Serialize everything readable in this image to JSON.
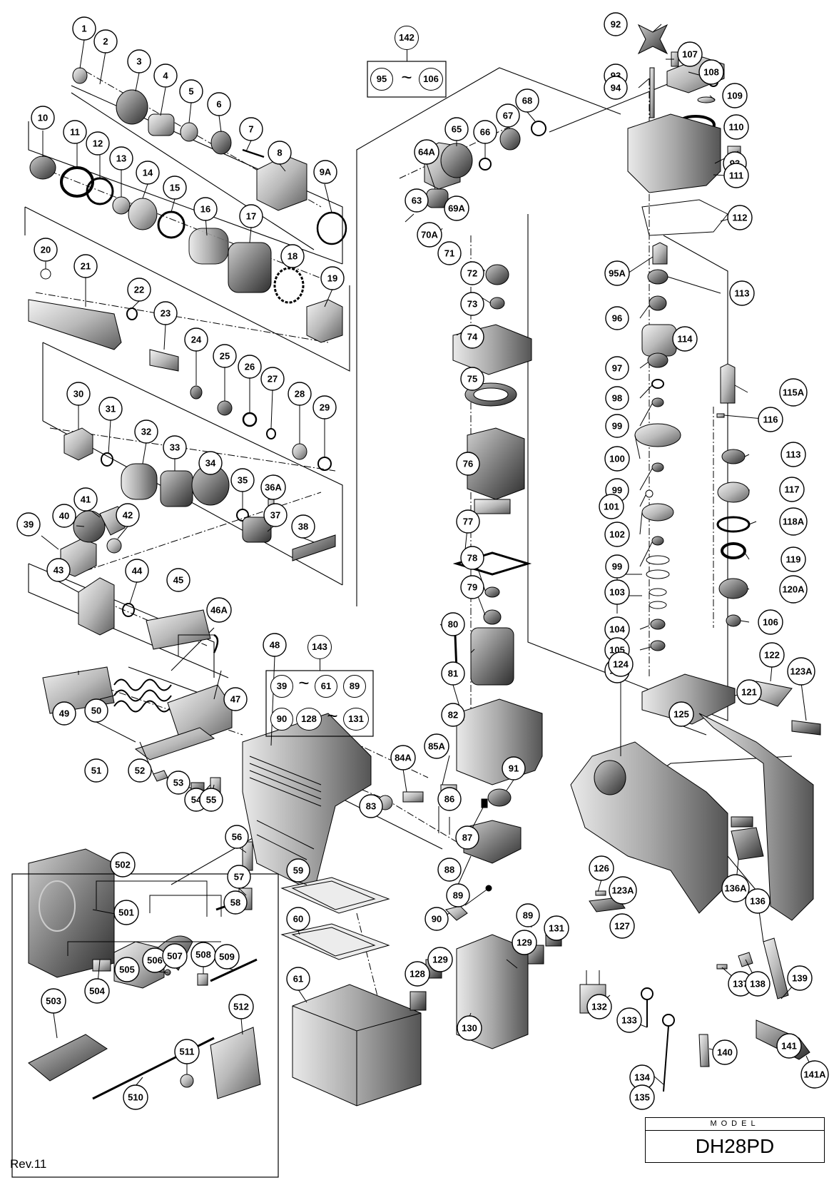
{
  "sheet": {
    "revision": "Rev.11",
    "model_caption": "MODEL",
    "model_name": "DH28PD"
  },
  "groups": {
    "g142": {
      "label": "142",
      "range_start": "95",
      "range_end": "106",
      "tilde": "~"
    },
    "g143": {
      "label": "143",
      "row1_start": "39",
      "row1_end": "61",
      "row1_extra": "89",
      "row2_extra": "90",
      "row2_start": "128",
      "row2_end": "131",
      "tilde": "~"
    }
  },
  "parts": [
    {
      "label": "1"
    },
    {
      "label": "2"
    },
    {
      "label": "3"
    },
    {
      "label": "4"
    },
    {
      "label": "5"
    },
    {
      "label": "6"
    },
    {
      "label": "7"
    },
    {
      "label": "8"
    },
    {
      "label": "9A"
    },
    {
      "label": "10"
    },
    {
      "label": "11"
    },
    {
      "label": "12"
    },
    {
      "label": "13"
    },
    {
      "label": "14"
    },
    {
      "label": "15"
    },
    {
      "label": "16"
    },
    {
      "label": "17"
    },
    {
      "label": "18"
    },
    {
      "label": "19"
    },
    {
      "label": "20"
    },
    {
      "label": "21"
    },
    {
      "label": "22"
    },
    {
      "label": "23"
    },
    {
      "label": "24"
    },
    {
      "label": "25"
    },
    {
      "label": "26"
    },
    {
      "label": "27"
    },
    {
      "label": "28"
    },
    {
      "label": "29"
    },
    {
      "label": "30"
    },
    {
      "label": "31"
    },
    {
      "label": "32"
    },
    {
      "label": "33"
    },
    {
      "label": "34"
    },
    {
      "label": "35"
    },
    {
      "label": "36A"
    },
    {
      "label": "37"
    },
    {
      "label": "38"
    },
    {
      "label": "39"
    },
    {
      "label": "40"
    },
    {
      "label": "41"
    },
    {
      "label": "42"
    },
    {
      "label": "43"
    },
    {
      "label": "44"
    },
    {
      "label": "45"
    },
    {
      "label": "46A"
    },
    {
      "label": "47"
    },
    {
      "label": "48"
    },
    {
      "label": "49"
    },
    {
      "label": "50"
    },
    {
      "label": "51"
    },
    {
      "label": "52"
    },
    {
      "label": "53"
    },
    {
      "label": "54"
    },
    {
      "label": "55"
    },
    {
      "label": "56"
    },
    {
      "label": "57"
    },
    {
      "label": "58"
    },
    {
      "label": "59"
    },
    {
      "label": "60"
    },
    {
      "label": "61"
    },
    {
      "label": "63"
    },
    {
      "label": "64A"
    },
    {
      "label": "65"
    },
    {
      "label": "66"
    },
    {
      "label": "67"
    },
    {
      "label": "68"
    },
    {
      "label": "69A"
    },
    {
      "label": "70A"
    },
    {
      "label": "71"
    },
    {
      "label": "72"
    },
    {
      "label": "73"
    },
    {
      "label": "74"
    },
    {
      "label": "75"
    },
    {
      "label": "76"
    },
    {
      "label": "77"
    },
    {
      "label": "78"
    },
    {
      "label": "79"
    },
    {
      "label": "80"
    },
    {
      "label": "81"
    },
    {
      "label": "82"
    },
    {
      "label": "83"
    },
    {
      "label": "84A"
    },
    {
      "label": "85A"
    },
    {
      "label": "86"
    },
    {
      "label": "87"
    },
    {
      "label": "88"
    },
    {
      "label": "89"
    },
    {
      "label": "90"
    },
    {
      "label": "91"
    },
    {
      "label": "92"
    },
    {
      "label": "93"
    },
    {
      "label": "94"
    },
    {
      "label": "107"
    },
    {
      "label": "108"
    },
    {
      "label": "109"
    },
    {
      "label": "110"
    },
    {
      "label": "93"
    },
    {
      "label": "111"
    },
    {
      "label": "112"
    },
    {
      "label": "95A"
    },
    {
      "label": "113"
    },
    {
      "label": "96"
    },
    {
      "label": "114"
    },
    {
      "label": "97"
    },
    {
      "label": "98"
    },
    {
      "label": "99"
    },
    {
      "label": "100"
    },
    {
      "label": "99"
    },
    {
      "label": "101"
    },
    {
      "label": "102"
    },
    {
      "label": "99"
    },
    {
      "label": "103"
    },
    {
      "label": "104"
    },
    {
      "label": "105"
    },
    {
      "label": "106"
    },
    {
      "label": "115A"
    },
    {
      "label": "116"
    },
    {
      "label": "113"
    },
    {
      "label": "117"
    },
    {
      "label": "118A"
    },
    {
      "label": "119"
    },
    {
      "label": "120A"
    },
    {
      "label": "106"
    },
    {
      "label": "121"
    },
    {
      "label": "122"
    },
    {
      "label": "123A"
    },
    {
      "label": "124"
    },
    {
      "label": "125"
    },
    {
      "label": "126"
    },
    {
      "label": "123A"
    },
    {
      "label": "127"
    },
    {
      "label": "136A"
    },
    {
      "label": "136"
    },
    {
      "label": "137"
    },
    {
      "label": "138"
    },
    {
      "label": "139"
    },
    {
      "label": "128"
    },
    {
      "label": "129"
    },
    {
      "label": "129"
    },
    {
      "label": "130"
    },
    {
      "label": "131"
    },
    {
      "label": "89"
    },
    {
      "label": "132"
    },
    {
      "label": "133"
    },
    {
      "label": "134"
    },
    {
      "label": "135"
    },
    {
      "label": "140"
    },
    {
      "label": "141"
    },
    {
      "label": "141A"
    },
    {
      "label": "501"
    },
    {
      "label": "502"
    },
    {
      "label": "503"
    },
    {
      "label": "504"
    },
    {
      "label": "505"
    },
    {
      "label": "506"
    },
    {
      "label": "507"
    },
    {
      "label": "508"
    },
    {
      "label": "509"
    },
    {
      "label": "510"
    },
    {
      "label": "511"
    },
    {
      "label": "512"
    }
  ]
}
